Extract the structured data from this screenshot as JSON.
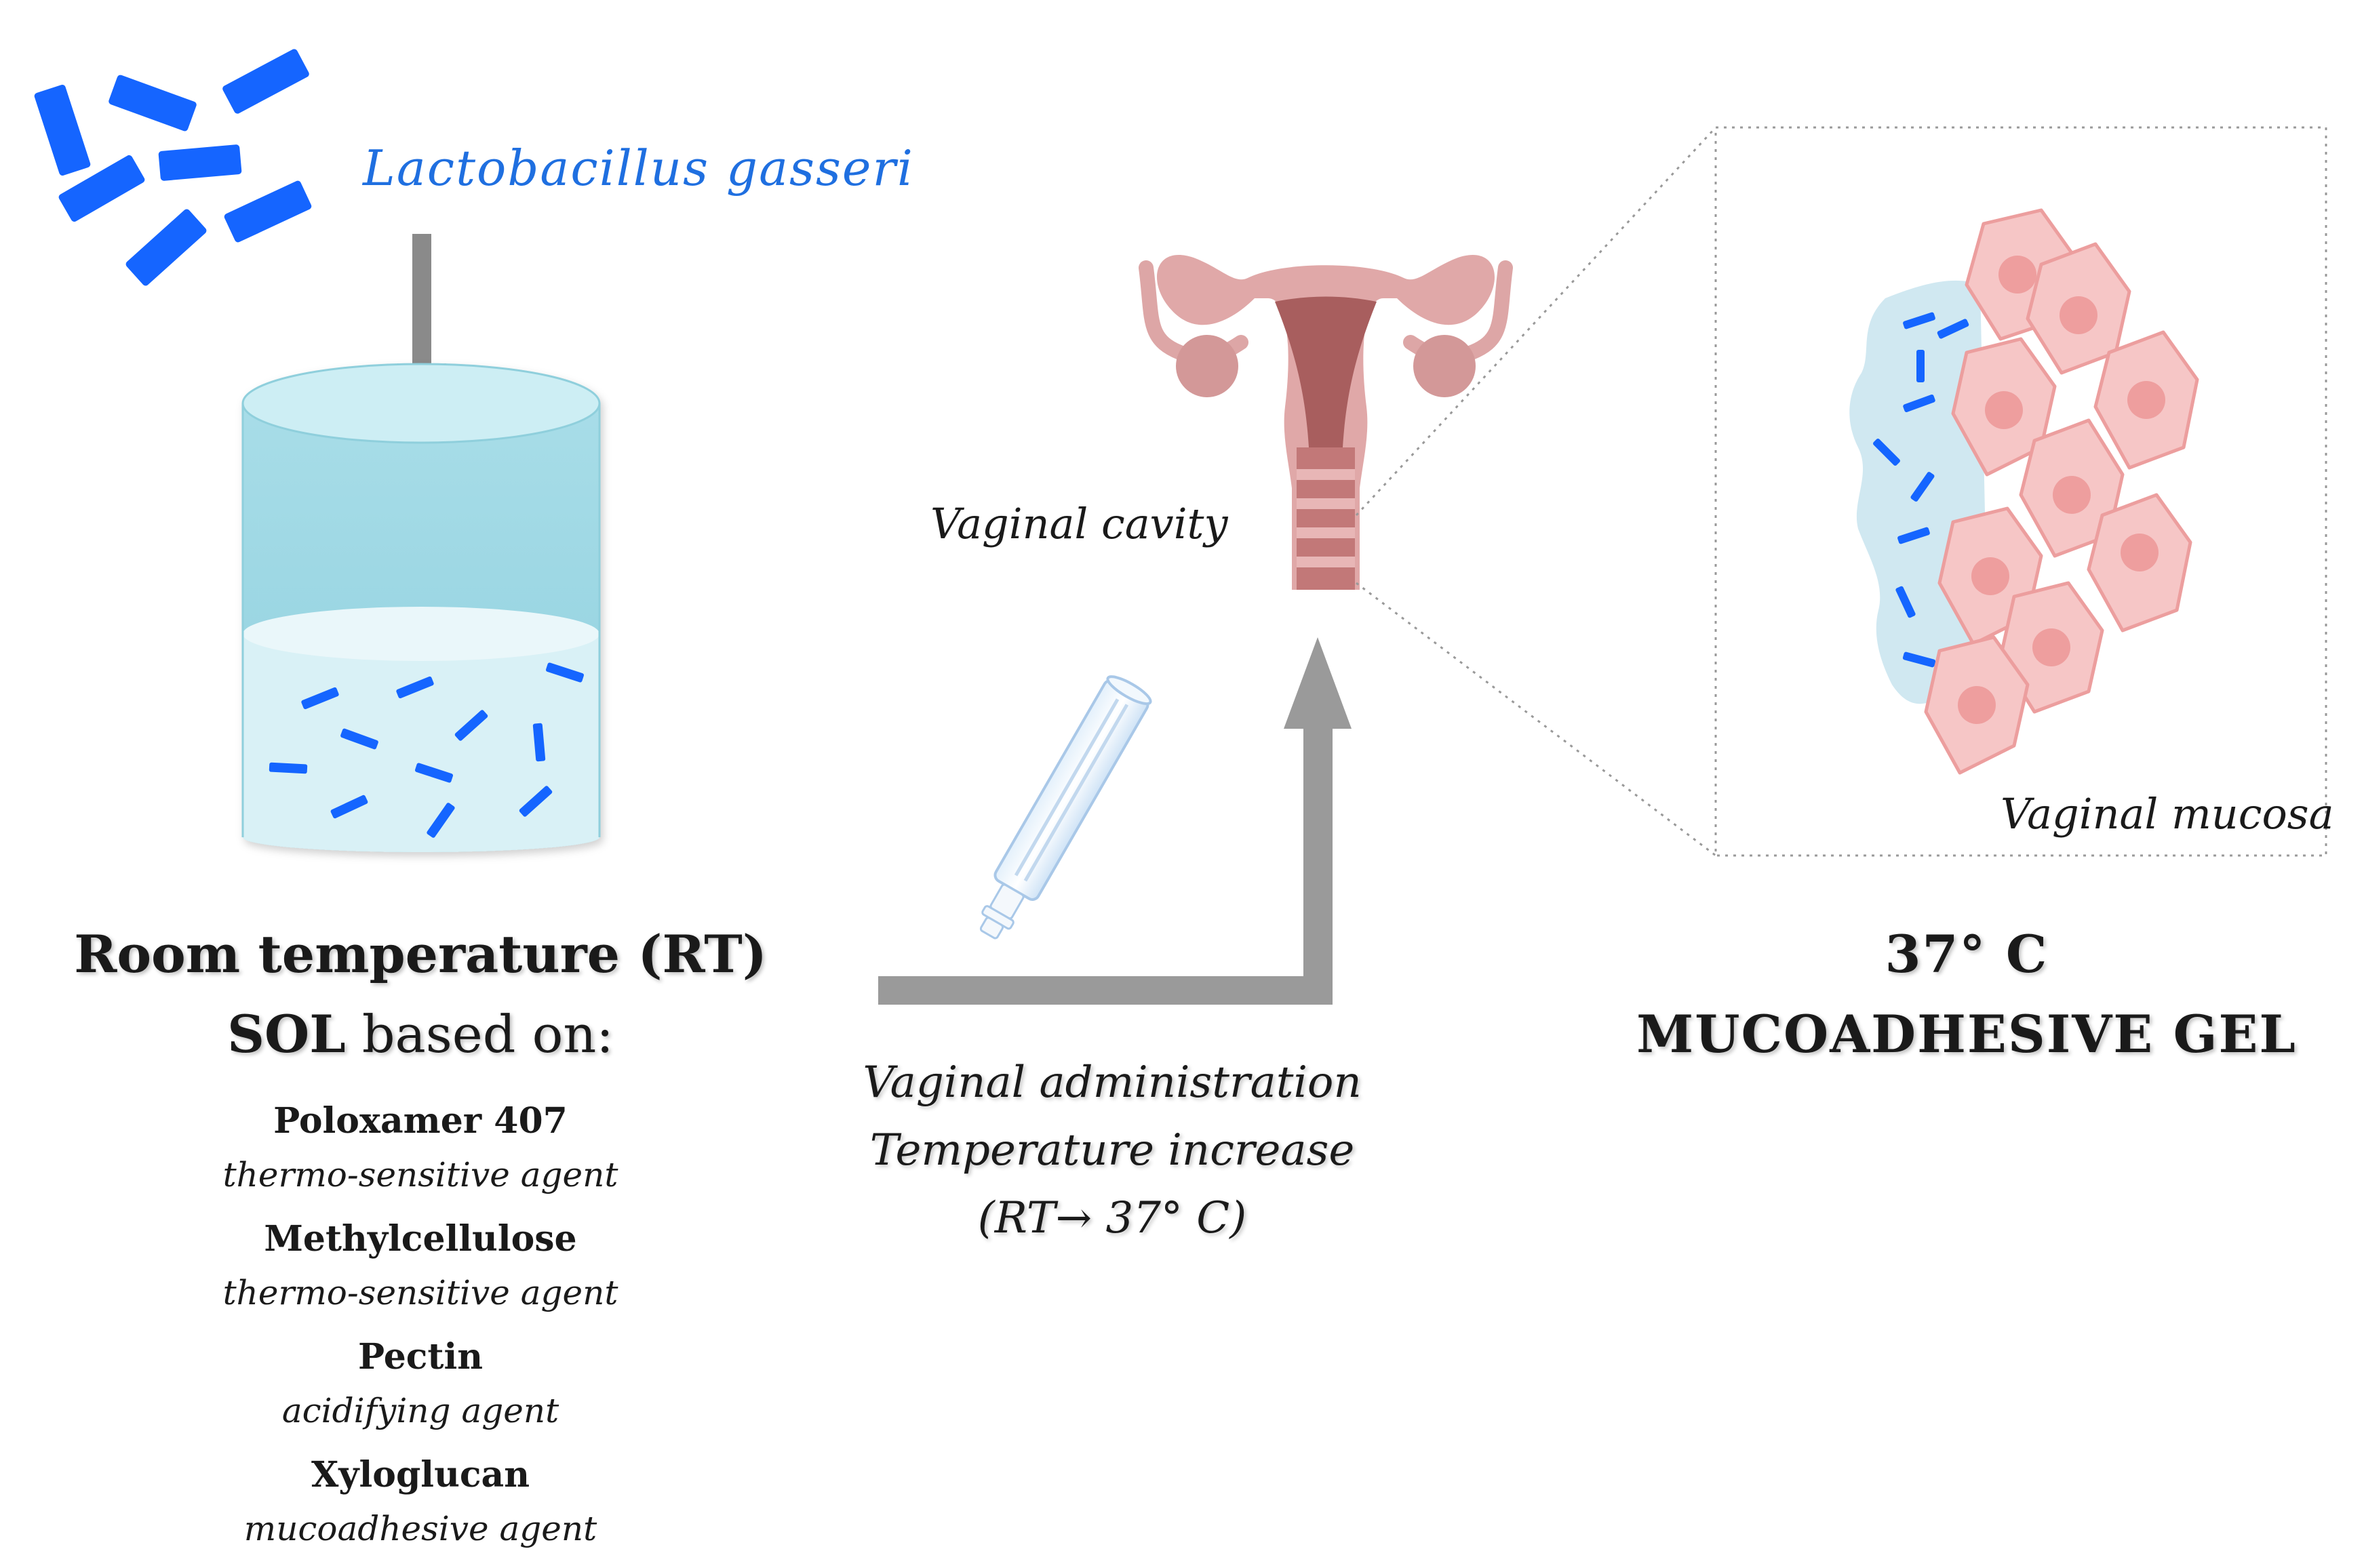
{
  "labels": {
    "bacteria": "Lactobacillus  gasseri",
    "vaginal_cavity": "Vaginal cavity",
    "vaginal_mucosa": "Vaginal mucosa"
  },
  "left_panel": {
    "title_bold": "Room temperature",
    "title_abbrev": "(RT)",
    "sol_bold": "SOL",
    "sol_rest": " based on:",
    "ingredients": [
      {
        "name": "Poloxamer 407",
        "role": "thermo-sensitive agent"
      },
      {
        "name": "Methylcellulose",
        "role": "thermo-sensitive agent"
      },
      {
        "name": "Pectin",
        "role": "acidifying agent"
      },
      {
        "name": "Xyloglucan",
        "role": "mucoadhesive agent"
      }
    ]
  },
  "middle_panel": {
    "line1": "Vaginal administration",
    "line2": "Temperature increase",
    "line3": "(RT→ 37° C)"
  },
  "right_panel": {
    "temperature": "37° C",
    "state": "MUCOADHESIVE  GEL"
  },
  "colors": {
    "bacteria_blue": "#1565ff",
    "arrow_gray": "#8a8a8a",
    "container_cyan": "#a9dfe9",
    "uterus_pink": "#d9a0a0",
    "cell_pink": "#f6c6c6",
    "mucus_blue": "#cfe8f1"
  }
}
